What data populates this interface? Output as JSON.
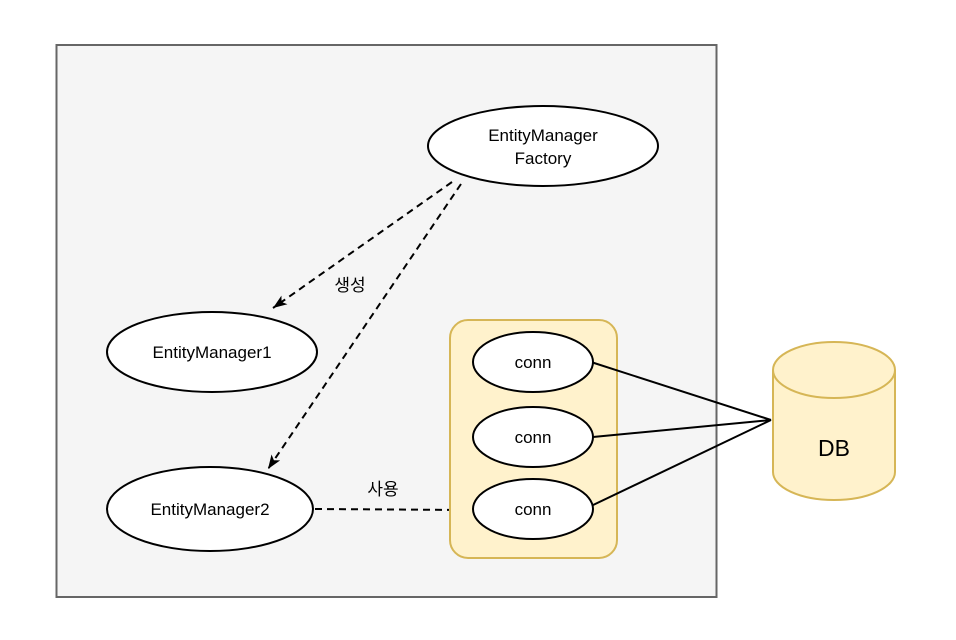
{
  "colors": {
    "container-fill": "#f5f5f5",
    "container-stroke": "#666666",
    "node-fill": "#ffffff",
    "node-stroke": "#000000",
    "pool-fill": "#fff2cc",
    "pool-stroke": "#d6b656",
    "db-fill": "#fff2cc",
    "db-stroke": "#d6b656",
    "edge-color": "#000000"
  },
  "nodes": {
    "factory": {
      "line1": "EntityManager",
      "line2": "Factory"
    },
    "em1": {
      "label": "EntityManager1"
    },
    "em2": {
      "label": "EntityManager2"
    },
    "conn1": {
      "label": "conn"
    },
    "conn2": {
      "label": "conn"
    },
    "conn3": {
      "label": "conn"
    },
    "db": {
      "label": "DB"
    }
  },
  "edges": {
    "create_label": "생성",
    "use_label": "사용"
  }
}
